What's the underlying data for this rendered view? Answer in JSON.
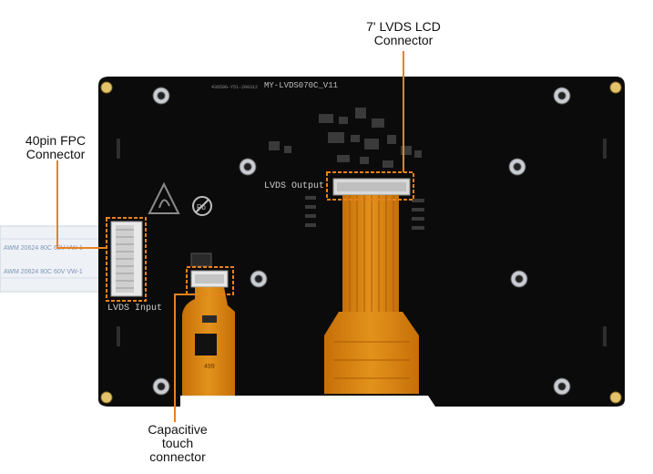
{
  "board": {
    "model_label": "MY-LVDS070C_V11",
    "small_code_label": "43650G-Y51-200312",
    "lvds_output_label": "LVDS Output",
    "lvds_input_label": "LVDS Input",
    "fpc_cable_print": [
      "AWM 20624 80C 60V VW-1",
      "AWM 20624 80C 60V VW-1"
    ],
    "flex_code": "499"
  },
  "callouts": {
    "lcd_connector": [
      "7' LVDS LCD",
      "Connector"
    ],
    "fpc_connector": [
      "40pin FPC",
      "Connector"
    ],
    "touch_connector": [
      "Capacitive",
      "touch",
      "connector"
    ]
  },
  "colors": {
    "board": "#0b0b0b",
    "callout_line": "#e8821e",
    "flex_cable": "#d9820f",
    "fpc_cable": "#eef2f7"
  }
}
